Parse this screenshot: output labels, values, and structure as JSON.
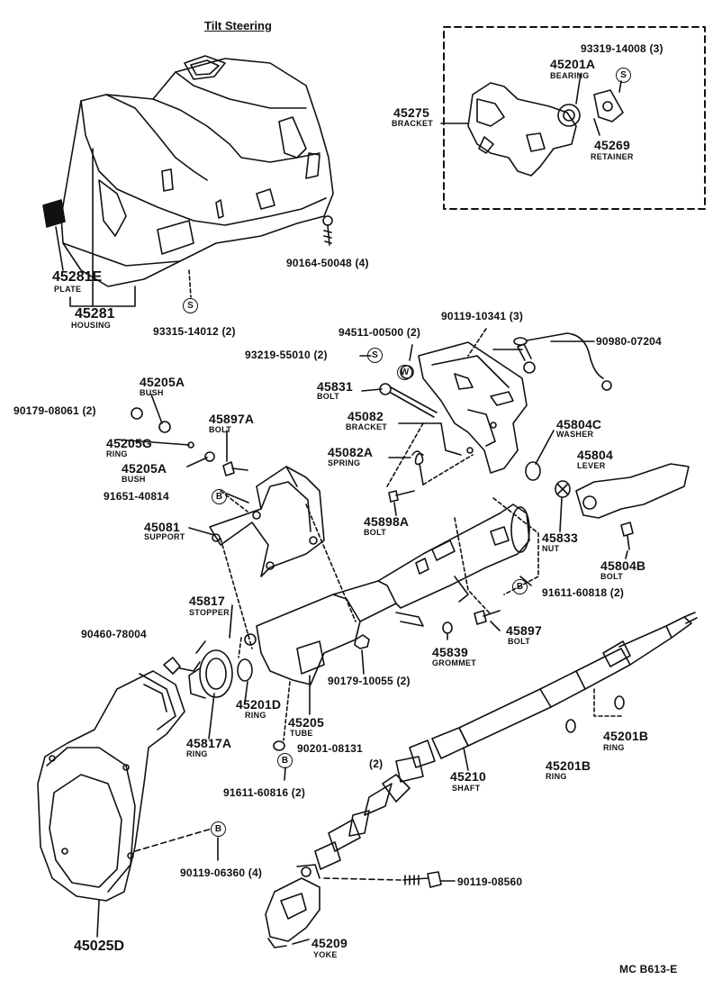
{
  "title": "Tilt Steering",
  "code": "MC  B613-E",
  "symbols": {
    "s": "S",
    "b": "B",
    "w": "W"
  },
  "parts": {
    "p93319_14008": "93319-14008 (3)",
    "p45201A": "45201A",
    "p45201A_name": "BEARING",
    "p45275": "45275",
    "p45275_name": "BRACKET",
    "p45269": "45269",
    "p45269_name": "RETAINER",
    "p90164_50048": "90164-50048 (4)",
    "p45281E": "45281E",
    "p45281E_name": "PLATE",
    "p45281": "45281",
    "p45281_name": "HOUSING",
    "p93315_14012": "93315-14012 (2)",
    "p90119_10341": "90119-10341 (3)",
    "p94511_00500": "94511-00500 (2)",
    "p90980_07204": "90980-07204",
    "p93219_55010": "93219-55010 (2)",
    "p45831": "45831",
    "p45831_name": "BOLT",
    "p45205A": "45205A",
    "p45205A_name": "BUSH",
    "p90179_08061": "90179-08061 (2)",
    "p45897A": "45897A",
    "p45897A_name": "BOLT",
    "p45082": "45082",
    "p45082_name": "BRACKET",
    "p45804C": "45804C",
    "p45804C_name": "WASHER",
    "p45205G": "45205G",
    "p45205G_name": "RING",
    "p45205A2": "45205A",
    "p45205A2_name": "BUSH",
    "p45082A": "45082A",
    "p45082A_name": "SPRING",
    "p45804": "45804",
    "p45804_name": "LEVER",
    "p91651_40814": "91651-40814",
    "p45898A": "45898A",
    "p45898A_name": "BOLT",
    "p45081": "45081",
    "p45081_name": "SUPPORT",
    "p45833": "45833",
    "p45833_name": "NUT",
    "p45804B": "45804B",
    "p45804B_name": "BOLT",
    "p91611_60818": "91611-60818 (2)",
    "p45817": "45817",
    "p45817_name": "STOPPER",
    "p90460_78004": "90460-78004",
    "p45897": "45897",
    "p45897_name": "BOLT",
    "p45839": "45839",
    "p45839_name": "GROMMET",
    "p90179_10055": "90179-10055 (2)",
    "p45201D": "45201D",
    "p45201D_name": "RING",
    "p45205": "45205",
    "p45205_name": "TUBE",
    "p45817A": "45817A",
    "p45817A_name": "RING",
    "p90201_08131": "90201-08131",
    "p90201_08131_qty": "(2)",
    "p91611_60816": "91611-60816 (2)",
    "p45210": "45210",
    "p45210_name": "SHAFT",
    "p45201B": "45201B",
    "p45201B_name": "RING",
    "p45201B2": "45201B",
    "p45201B2_name": "RING",
    "p90119_06360": "90119-06360 (4)",
    "p90119_08560": "90119-08560",
    "p45209": "45209",
    "p45209_name": "YOKE",
    "p45025D": "45025D"
  }
}
